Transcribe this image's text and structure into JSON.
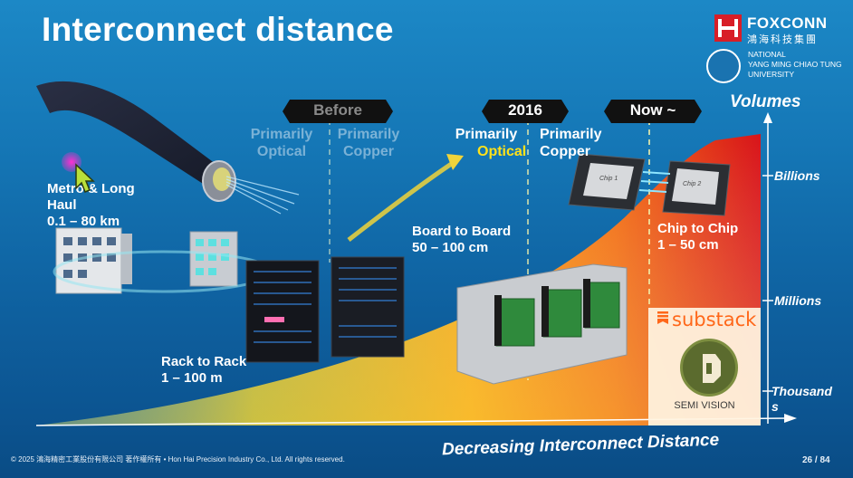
{
  "slide": {
    "title": "Interconnect distance",
    "footer": "© 2025 鴻海精密工業股份有限公司 著作權所有 • Hon Hai Precision Industry Co., Ltd. All rights reserved.",
    "page_number": "26 / 84"
  },
  "logos": {
    "foxconn_name": "FOXCONN",
    "foxconn_chinese": "鴻海科技集團",
    "nycu_lines": [
      "NATIONAL",
      "YANG MING CHIAO TUNG",
      "UNIVERSITY"
    ]
  },
  "timeline_labels": {
    "before": "Before",
    "y2016": "2016",
    "now": "Now ~"
  },
  "technologies": {
    "before_optical": [
      "Primarily",
      "Optical"
    ],
    "before_copper": [
      "Primarily",
      "Copper"
    ],
    "y2016_primarily": "Primarily",
    "y2016_optical": "Optical",
    "y2016_copper": [
      "Primarily",
      "Copper"
    ]
  },
  "categories": {
    "metro": [
      "Metro & Long",
      "Haul",
      "0.1 – 80 km"
    ],
    "rack": [
      "Rack to Rack",
      "1 – 100 m"
    ],
    "board": [
      "Board to Board",
      "50 – 100 cm"
    ],
    "chip": [
      "Chip to Chip",
      "1 – 50 cm"
    ]
  },
  "volumes": {
    "axis_title": "Volumes",
    "billions": "Billions",
    "millions": "Millions",
    "thousands_a": "Thousand",
    "thousands_b": "s"
  },
  "x_axis_title": "Decreasing Interconnect Distance",
  "chips": [
    "Chip 1",
    "Chip 2"
  ],
  "watermark": {
    "brand": "substack",
    "name": "SEMI VISION"
  },
  "colors": {
    "foxconn_red": "#d81e27",
    "highlight_yellow": "#ffe21a",
    "substack_orange": "#ff6719"
  }
}
